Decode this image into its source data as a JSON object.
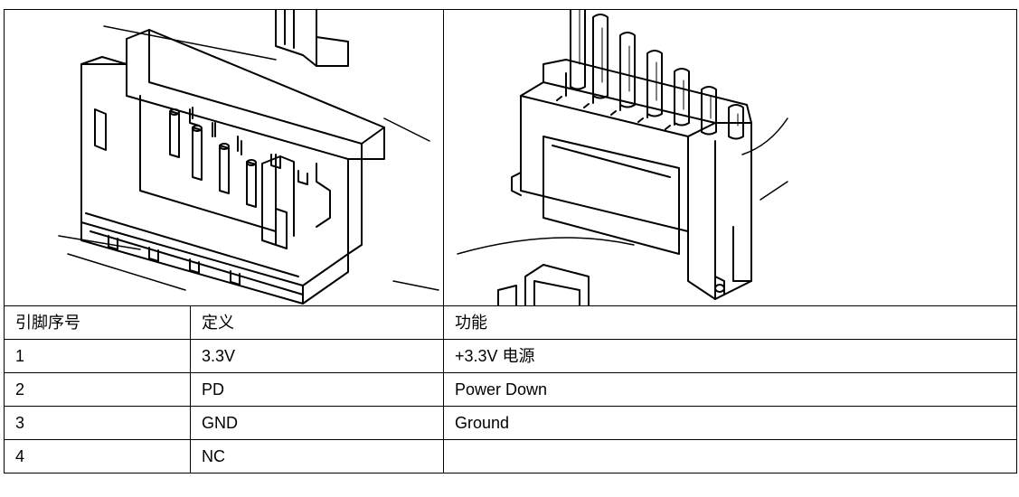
{
  "table": {
    "headers": [
      "引脚序号",
      "定义",
      "功能"
    ],
    "rows": [
      {
        "pin": "1",
        "definition": "3.3V",
        "function": "+3.3V 电源"
      },
      {
        "pin": "2",
        "definition": "PD",
        "function": "Power Down"
      },
      {
        "pin": "3",
        "definition": "GND",
        "function": "Ground"
      },
      {
        "pin": "4",
        "definition": "NC",
        "function": ""
      }
    ]
  },
  "figures": {
    "left": "connector-header-socket-drawing",
    "right": "connector-plug-with-wires-drawing"
  }
}
